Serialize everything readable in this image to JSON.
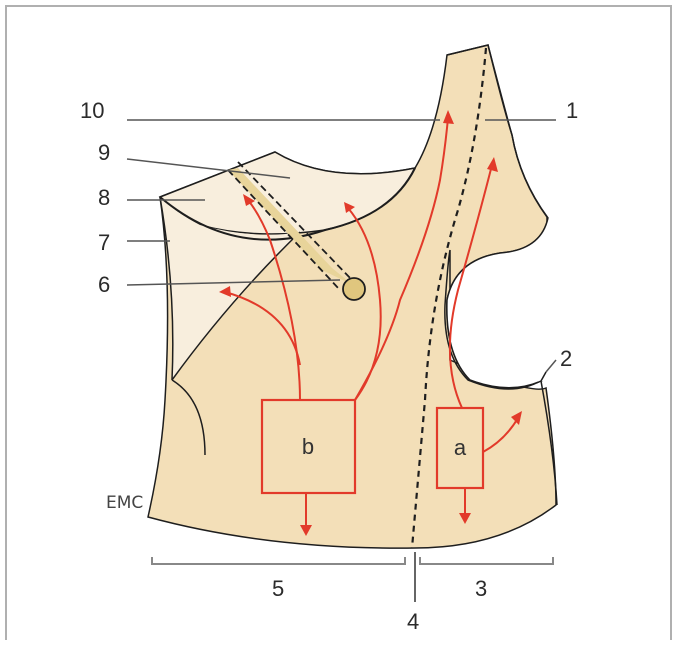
{
  "colors": {
    "bone": "#f3dfb8",
    "bone_light": "#f8eedd",
    "outline": "#1e1e1e",
    "vessel": "#e23a2a",
    "canal": "#e8d49a",
    "frame": "#b0b0b0",
    "leader": "#555555"
  },
  "labels": {
    "l1": "1",
    "l2": "2",
    "l3": "3",
    "l4": "4",
    "l5": "5",
    "l6": "6",
    "l7": "7",
    "l8": "8",
    "l9": "9",
    "l10": "10"
  },
  "boxes": {
    "a": "a",
    "b": "b"
  },
  "logo": "EMC"
}
